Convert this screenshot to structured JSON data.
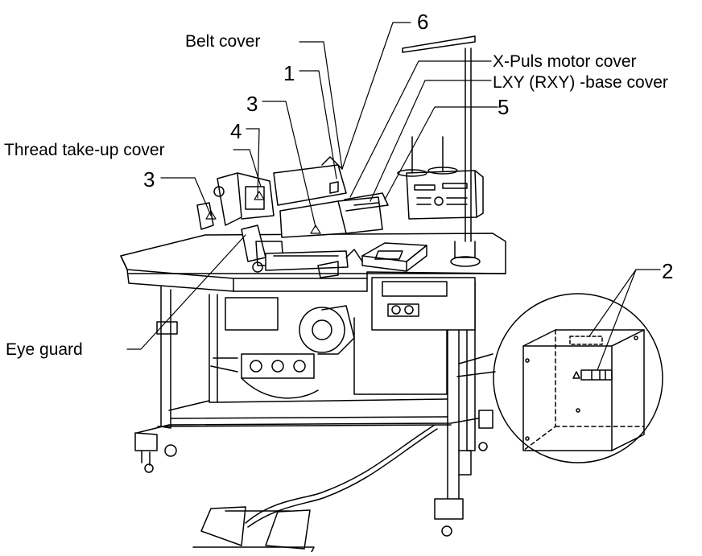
{
  "labels": {
    "belt_cover": "Belt cover",
    "x_puls_motor_cover": "X-Puls motor cover",
    "lxy_base_cover": "LXY (RXY) -base cover",
    "thread_take_up_cover": "Thread take-up cover",
    "eye_guard": "Eye guard"
  },
  "numbers": {
    "n1": "1",
    "n2": "2",
    "n3a": "3",
    "n3b": "3",
    "n4": "4",
    "n5": "5",
    "n6": "6"
  }
}
